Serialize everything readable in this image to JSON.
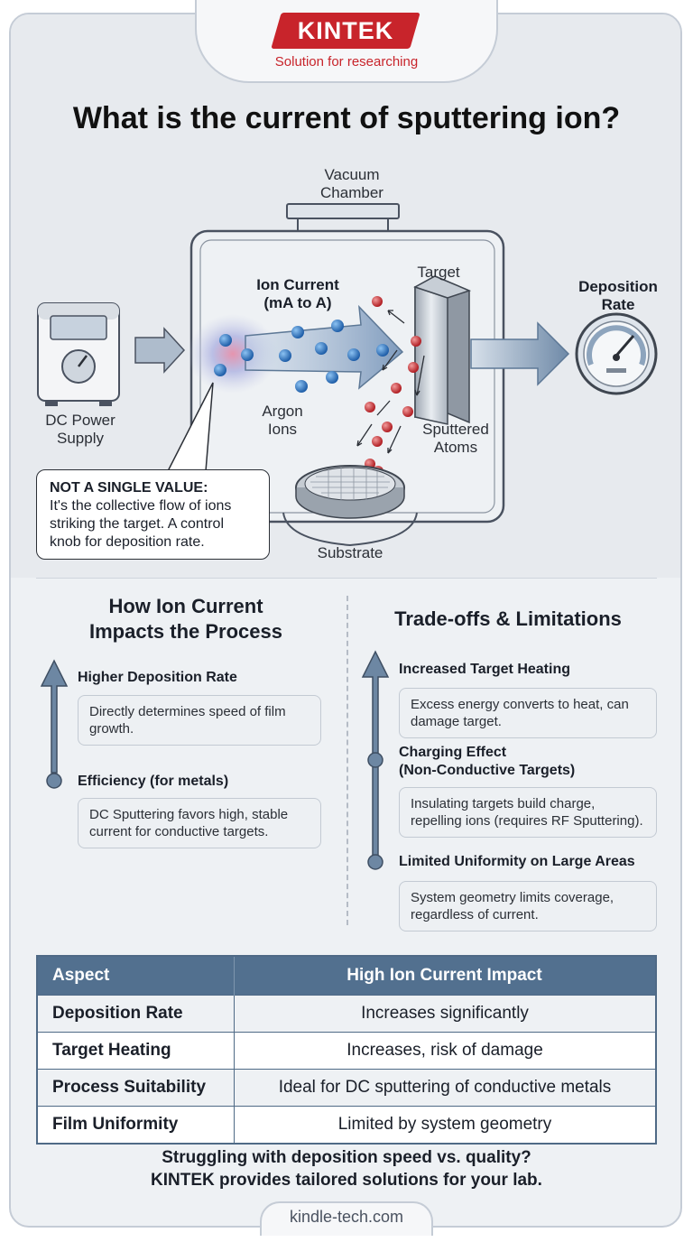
{
  "brand": {
    "name": "KINTEK",
    "tagline": "Solution for researching",
    "color": "#c8242b"
  },
  "title": "What is the current of sputtering ion?",
  "diagram": {
    "vacuum_chamber": [
      "Vacuum",
      "Chamber"
    ],
    "ion_current": [
      "Ion Current",
      "(mA to A)"
    ],
    "target": "Target",
    "deposition_rate": [
      "Deposition",
      "Rate"
    ],
    "power_supply": [
      "DC Power",
      "Supply"
    ],
    "argon_ions": [
      "Argon",
      "Ions"
    ],
    "sputtered_atoms": [
      "Sputtered",
      "Atoms"
    ],
    "substrate": "Substrate",
    "callout": {
      "heading": "NOT A SINGLE VALUE:",
      "body": "It's the collective flow of ions striking the target. A control knob for deposition rate."
    }
  },
  "impacts": {
    "heading": [
      "How Ion Current",
      "Impacts the Process"
    ],
    "items": [
      {
        "title": "Higher Deposition Rate",
        "text": [
          "Directly determines speed of film",
          "growth."
        ]
      },
      {
        "title": "Efficiency (for metals)",
        "text": [
          "DC Sputtering favors high, stable",
          "current for conductive targets."
        ]
      }
    ]
  },
  "tradeoffs": {
    "heading": "Trade-offs & Limitations",
    "items": [
      {
        "title": "Increased Target Heating",
        "text": [
          "Excess energy converts to heat, can",
          "damage target."
        ]
      },
      {
        "title": [
          "Charging Effect",
          "(Non-Conductive Targets)"
        ],
        "text": [
          "Insulating targets build charge,",
          "repelling ions (requires RF Sputtering)."
        ]
      },
      {
        "title": "Limited Uniformity on Large Areas",
        "text": [
          "System geometry limits coverage,",
          "regardless of current."
        ]
      }
    ]
  },
  "table": {
    "headers": [
      "Aspect",
      "High Ion Current Impact"
    ],
    "rows": [
      [
        "Deposition Rate",
        "Increases significantly"
      ],
      [
        "Target Heating",
        "Increases, risk of damage"
      ],
      [
        "Process Suitability",
        "Ideal for DC sputtering of conductive metals"
      ],
      [
        "Film Uniformity",
        "Limited by system geometry"
      ]
    ]
  },
  "cta": [
    "Struggling with deposition speed vs. quality?",
    "KINTEK provides tailored solutions for your lab."
  ],
  "url": "kindle-tech.com",
  "colors": {
    "accent": "#52708f",
    "ion_blue": "#2f6fb8",
    "atom_red": "#c6262c",
    "panel": "#e7eaee"
  }
}
